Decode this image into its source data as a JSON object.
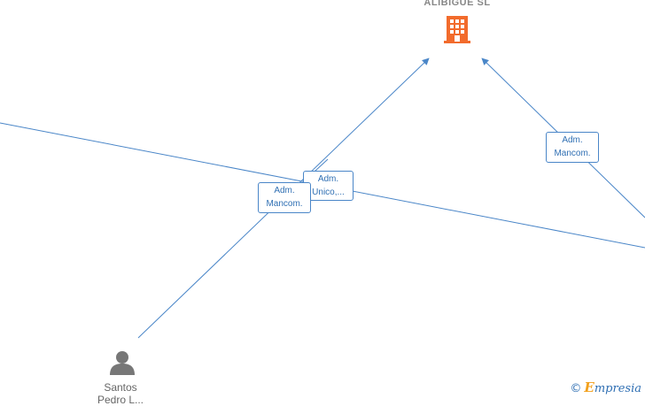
{
  "nodes": {
    "company": {
      "label": "ALIBIGUE SL",
      "icon": "building-icon",
      "color": "#f26b2c"
    },
    "person": {
      "label_line1": "Santos",
      "label_line2": "Pedro L...",
      "icon": "person-icon",
      "color": "#777777"
    }
  },
  "edges": [
    {
      "line1": "Adm.",
      "line2": "Mancom."
    },
    {
      "line1": "Adm.",
      "line2": "Unico,..."
    },
    {
      "line1": "Adm.",
      "line2": "Mancom."
    }
  ],
  "colors": {
    "edge": "#4a86c8",
    "edge_text": "#2f6fb3"
  },
  "watermark": {
    "symbol": "©",
    "brand_initial": "E",
    "brand_rest": "mpresia"
  }
}
